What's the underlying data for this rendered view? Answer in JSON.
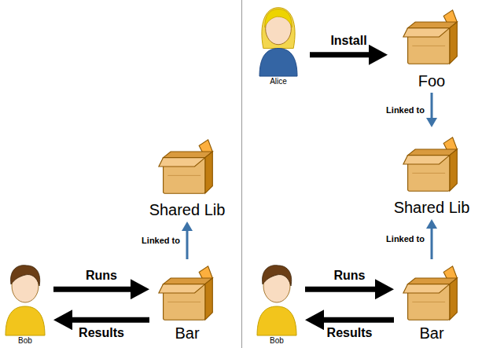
{
  "diagram": {
    "nodes": [
      {
        "text": [
          "Alice"
        ]
      },
      {
        "text": [
          "Foo"
        ]
      },
      {
        "text": [
          "Shared Lib"
        ]
      },
      {
        "text": [
          "Shared Lib"
        ]
      },
      {
        "text": [
          "Bob"
        ]
      },
      {
        "text": [
          "Bar"
        ]
      },
      {
        "text": [
          "Bob"
        ]
      },
      {
        "text": [
          "Bar"
        ]
      }
    ],
    "edges": [
      {
        "from": 0,
        "to": 1,
        "label": "Install",
        "arrow": "to"
      },
      {
        "from": 1,
        "to": 3,
        "label": "Linked to",
        "arrow": "to"
      },
      {
        "from": 5,
        "to": 2,
        "label": "Linked to",
        "arrow": "to"
      },
      {
        "from": 7,
        "to": 3,
        "label": "Linked to",
        "arrow": "to"
      },
      {
        "from": 4,
        "to": 5,
        "label": "Runs",
        "arrow": "to"
      },
      {
        "from": 5,
        "to": 4,
        "label": "Results",
        "arrow": "to"
      },
      {
        "from": 6,
        "to": 7,
        "label": "Runs",
        "arrow": "to"
      },
      {
        "from": 7,
        "to": 6,
        "label": "Results",
        "arrow": "to"
      }
    ]
  }
}
